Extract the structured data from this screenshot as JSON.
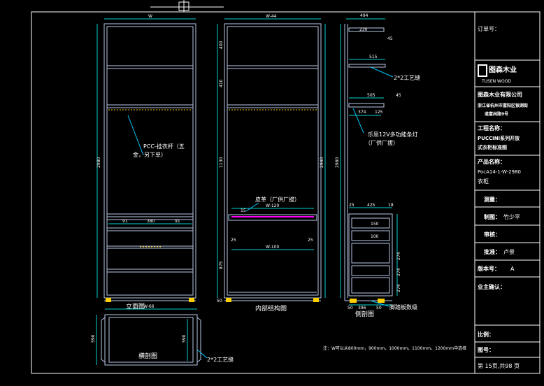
{
  "views": {
    "front": {
      "title": "立面图",
      "width_label": "W",
      "height_label": "2980",
      "rod_note_line1": "PCC-挂衣杆（五",
      "rod_note_line2": "金，另下单）",
      "drawer_dims": [
        "91",
        "380",
        "91"
      ]
    },
    "internal": {
      "title": "内部结构图",
      "width_label": "W-44",
      "height_label": "1130",
      "top_dims": [
        "400",
        "410"
      ],
      "total_label": "2940",
      "tray_note": "皮革（厂供厂拔）",
      "tray_width": "W-120",
      "tray_small": "15",
      "bottom_width": "W-100",
      "side_dim": "25",
      "lower_dim": "875",
      "base_dim": "50"
    },
    "side": {
      "title": "侧剖图",
      "depth": "494",
      "top_offset": "230",
      "top_small": "45",
      "shelf1_dim": "515",
      "shelf1_note": "2*2工艺缝",
      "shelf2_dim": "505",
      "shelf2_small": "45",
      "light_dim": "374",
      "light_small": "125",
      "light_note_line1": "乐思12V多功能条灯",
      "light_note_line2": "（厂供厂拔）",
      "height_label": "2980",
      "drawer_top": [
        "25",
        "425",
        "18"
      ],
      "drawer_dims": [
        "150",
        "100",
        "274",
        "274",
        "274"
      ],
      "bottom_dims": [
        "50",
        "396",
        "50"
      ],
      "feet_note": "脚踏板数级"
    },
    "section": {
      "title": "横剖图",
      "width_label": "W-66",
      "depth_label": "590",
      "inner_label": "590",
      "gap_note": "2*2工艺缝"
    }
  },
  "note": "注：W可以从800mm，900mm，1000mm，1100mm，1200mm中选择",
  "title_block": {
    "order_label": "订单号：",
    "brand_logo_text": "图森木业",
    "brand_en": "TUSEN WOOD",
    "company": "图森木业有限公司",
    "address_line1": "浙江省杭州市富阳区银湖街",
    "address_line2": "道富闲路9号",
    "project_label": "工程名称：",
    "project_name_line1": "PUCCINI系列开放",
    "project_name_line2": "式衣柜标准图",
    "product_label": "产品名称：",
    "product_code": "PocA14-1-W-2980",
    "product_type": "衣柜",
    "survey_label": "测量：",
    "draw_label": "制图：",
    "drafter": "竹少平",
    "review_label": "审核：",
    "approve_label": "批准：",
    "approver": "卢景",
    "version_label": "版本号：",
    "version": "A",
    "customer_label": "业主确认：",
    "scale_label": "比例：",
    "drawing_no_label": "图号：",
    "page_info": "第 15页,共98 页"
  },
  "colors": {
    "frame": "#ffffff",
    "panel": "#b8c8e8",
    "outline": "#cfd8ff",
    "dim": "#00d0d0",
    "leader": "#00c8ff",
    "text": "#ffffff",
    "highlight": "#ff00ff",
    "hardware": "#ffd000"
  }
}
